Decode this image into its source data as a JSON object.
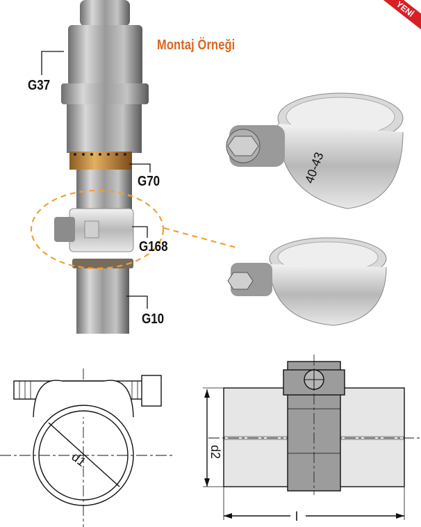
{
  "title": "Montaj Örneği",
  "labels": {
    "g37": "G37",
    "g70": "G70",
    "g168": "G168",
    "g10": "G10"
  },
  "clamp_marking": "40-43",
  "corner_badge": "YENİ",
  "dimensions": {
    "d1": "d1",
    "d2": "d2",
    "l": "l"
  },
  "colors": {
    "accent_orange": "#d9661f",
    "dash_orange": "#f0a030",
    "badge_red": "#d71f26"
  }
}
